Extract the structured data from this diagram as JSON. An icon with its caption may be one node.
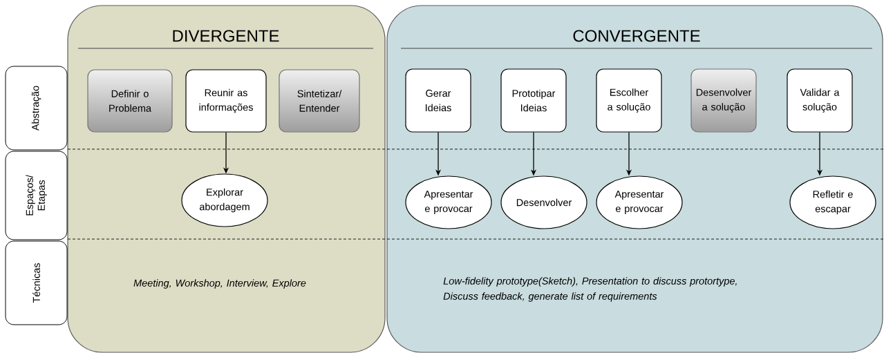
{
  "diagram": {
    "nodes": [
      {
        "text": [
          "DIVERGENTE",
          "Meeting, Workshop, Interview, Explore"
        ]
      },
      {
        "text": [
          "CONVERGENTE",
          "Low-fidelity prototype(Sketch), Presentation to discuss protortype, Discuss feedback, generate list of requirements"
        ]
      },
      {
        "text": [
          "Abstração"
        ]
      },
      {
        "text": [
          "Espaços/ Etapas"
        ]
      },
      {
        "text": [
          "Técnicas"
        ]
      },
      {
        "text": [
          "Definir o Problema"
        ],
        "in": 0
      },
      {
        "text": [
          "Reunir as informações"
        ],
        "in": 0
      },
      {
        "text": [
          "Sintetizar/ Entender"
        ],
        "in": 0
      },
      {
        "text": [
          "Explorar abordagem"
        ],
        "in": 0
      },
      {
        "text": [
          "Gerar Ideias"
        ],
        "in": 1
      },
      {
        "text": [
          "Prototipar Ideias"
        ],
        "in": 1
      },
      {
        "text": [
          "Escolher a solução"
        ],
        "in": 1
      },
      {
        "text": [
          "Desenvolver a solução"
        ],
        "in": 1
      },
      {
        "text": [
          "Validar a solução"
        ],
        "in": 1
      },
      {
        "text": [
          "Apresentar e provocar"
        ],
        "in": 1
      },
      {
        "text": [
          "Desenvolver"
        ],
        "in": 1
      },
      {
        "text": [
          "Apresentar e provocar"
        ],
        "in": 1
      },
      {
        "text": [
          "Refletir e escapar"
        ],
        "in": 1
      }
    ],
    "edges": [
      {
        "from": 6,
        "to": 8,
        "arrow": "to"
      },
      {
        "from": 9,
        "to": 14,
        "arrow": "to"
      },
      {
        "from": 10,
        "to": 15,
        "arrow": "to"
      },
      {
        "from": 11,
        "to": 16,
        "arrow": "to"
      },
      {
        "from": 13,
        "to": 17,
        "arrow": "to"
      }
    ]
  }
}
